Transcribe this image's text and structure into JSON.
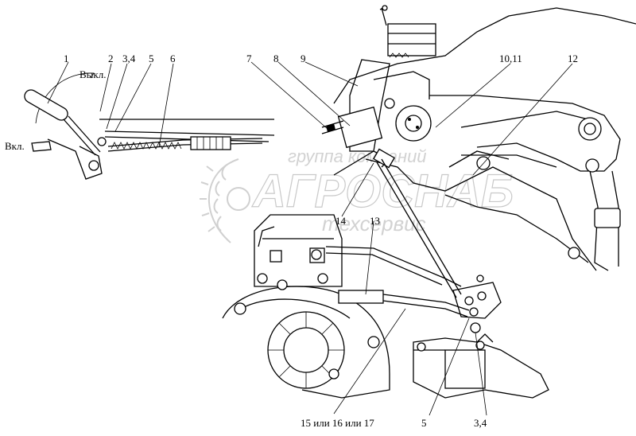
{
  "callouts": {
    "c1": "1",
    "c2": "2",
    "c34_top": "3,4",
    "c5_top": "5",
    "c6": "6",
    "c7": "7",
    "c8": "8",
    "c9": "9",
    "c1011": "10,11",
    "c12": "12",
    "c13": "13",
    "c14": "14",
    "c15": "15 или 16 или 17",
    "c5_bottom": "5",
    "c34_bottom": "3,4"
  },
  "lever_positions": {
    "off": "Выкл.",
    "on": "Вкл."
  },
  "watermark": {
    "line1": "группа компаний",
    "line2": "АГРОСНАБ",
    "line3": "техсервис"
  }
}
